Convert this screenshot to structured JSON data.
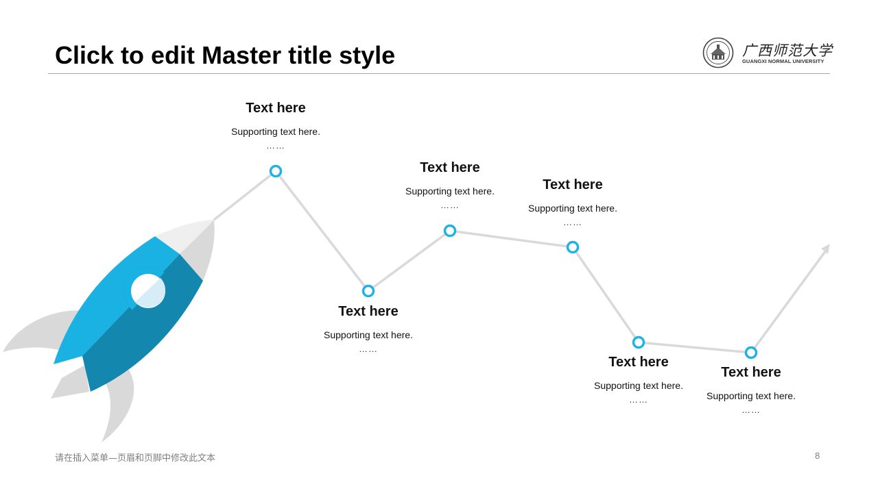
{
  "slide": {
    "title": "Click to edit Master title style",
    "footer": "请在插入菜单—页眉和页脚中修改此文本",
    "page_number": "8"
  },
  "logo": {
    "name_cn": "广西师范大学",
    "name_en": "GUANGXI NORMAL UNIVERSITY",
    "icon": "university-seal-icon"
  },
  "illustration": {
    "icon": "rocket-icon",
    "arrow_icon": "arrow-up-right-icon"
  },
  "colors": {
    "accent": "#1EB3E3",
    "rocket_light": "#19B2E2",
    "rocket_dark": "#1387AE",
    "line": "#D9D9D9",
    "fin": "#D9D9D9"
  },
  "timeline": [
    {
      "heading": "Text here",
      "text": "Supporting text here.",
      "ellipsis": "……"
    },
    {
      "heading": "Text here",
      "text": "Supporting text here.",
      "ellipsis": "……"
    },
    {
      "heading": "Text here",
      "text": "Supporting text here.",
      "ellipsis": "……"
    },
    {
      "heading": "Text here",
      "text": "Supporting text here.",
      "ellipsis": "……"
    },
    {
      "heading": "Text here",
      "text": "Supporting text here.",
      "ellipsis": "……"
    },
    {
      "heading": "Text here",
      "text": "Supporting text here.",
      "ellipsis": "……"
    }
  ]
}
